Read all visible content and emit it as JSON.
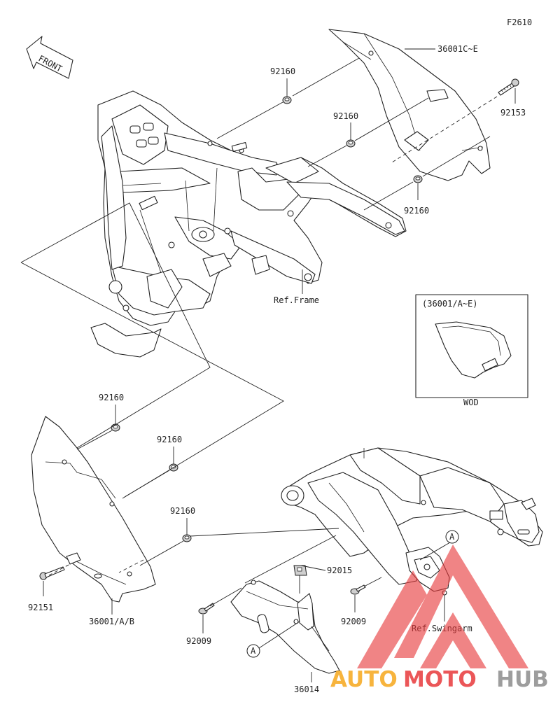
{
  "figure_code": "F2610",
  "front_label": "FRONT",
  "inset": {
    "title": "(36001/A~E)",
    "caption": "WOD"
  },
  "parts": {
    "cover_upper": "36001C~E",
    "bolt_upper": "92153",
    "grommet_1": "92160",
    "grommet_2": "92160",
    "grommet_3": "92160",
    "grommet_4": "92160",
    "grommet_5": "92160",
    "grommet_6": "92160",
    "cover_lower": "36001/A/B",
    "bolt_lower": "92151",
    "chain_guard": "36014",
    "clip": "92015",
    "screw_left": "92009",
    "screw_right": "92009"
  },
  "refs": {
    "frame": "Ref.Frame",
    "swingarm": "Ref.Swingarm"
  },
  "callouts": {
    "a_upper": "A",
    "a_lower": "A"
  },
  "watermark": {
    "auto": "AUTO",
    "moto": "MOTO",
    "hub": "HUB"
  },
  "colors": {
    "watermark_red": "#e8393b",
    "watermark_orange": "#f6a81c",
    "watermark_gray": "#8c8c8c",
    "line": "#222222"
  }
}
